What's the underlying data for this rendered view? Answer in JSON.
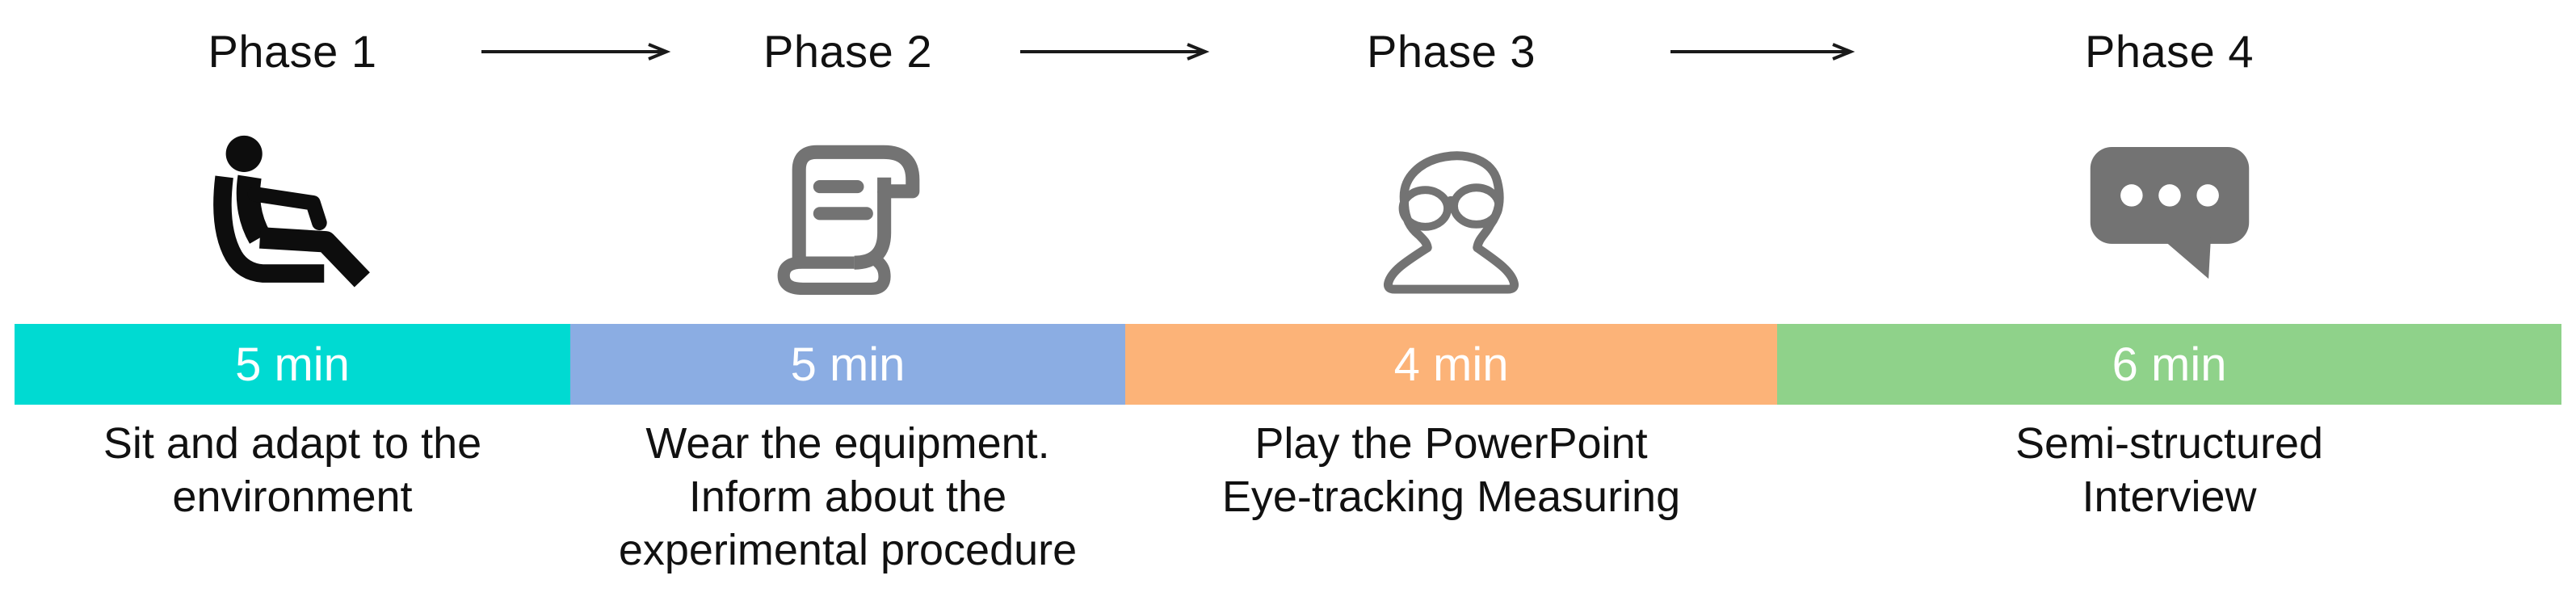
{
  "diagram": {
    "name": "experiment-procedure-timeline",
    "text_color": "#111111",
    "arrow_color": "#1a1a1a",
    "duration_text_color": "#ffffff",
    "phases": [
      {
        "label": "Phase 1",
        "duration": "5 min",
        "bar_color": "#00dad2",
        "bar_width_pct": "21.82%",
        "icon": "seated-person-icon",
        "icon_color": "#0d0d0d",
        "description_lines": [
          "Sit and adapt to the",
          "environment"
        ]
      },
      {
        "label": "Phase 2",
        "duration": "5 min",
        "bar_color": "#8bade3",
        "bar_width_pct": "21.79%",
        "icon": "scroll-icon",
        "icon_color": "#737373",
        "description_lines": [
          "Wear the equipment.",
          "Inform about the",
          "experimental procedure"
        ]
      },
      {
        "label": "Phase 3",
        "duration": "4 min",
        "bar_color": "#fcb378",
        "bar_width_pct": "25.60%",
        "icon": "head-with-glasses-icon",
        "icon_color": "#737373",
        "description_lines": [
          "Play the PowerPoint",
          "Eye-tracking Measuring"
        ]
      },
      {
        "label": "Phase 4",
        "duration": "6 min",
        "bar_color": "#8fd28a",
        "bar_width_pct": "30.79%",
        "icon": "speech-bubble-icon",
        "icon_color": "#737373",
        "description_lines": [
          "Semi-structured",
          "Interview"
        ]
      }
    ]
  }
}
